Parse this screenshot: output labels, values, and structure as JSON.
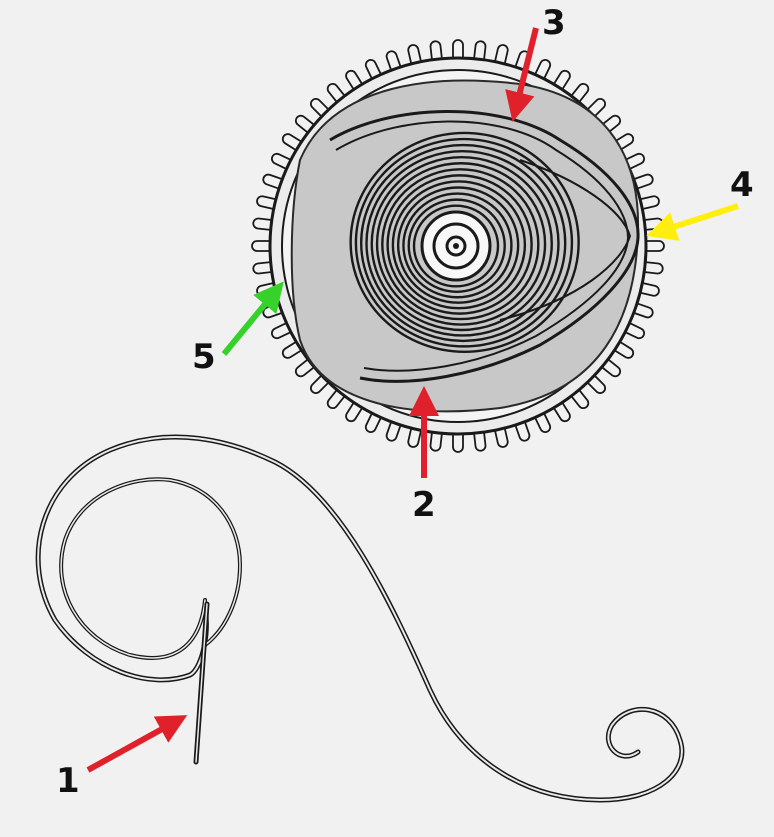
{
  "callouts": [
    {
      "label": "1",
      "arrow_color": "#e0202a"
    },
    {
      "label": "2",
      "arrow_color": "#e0202a"
    },
    {
      "label": "3",
      "arrow_color": "#e0202a"
    },
    {
      "label": "4",
      "arrow_color": "#ffee10"
    },
    {
      "label": "5",
      "arrow_color": "#36d12a"
    }
  ],
  "colors": {
    "background": "#f1f1f1",
    "ink": "#1a1a1a",
    "drum_fill": "#c9c9c9",
    "ring_fill": "#eeeeee"
  }
}
